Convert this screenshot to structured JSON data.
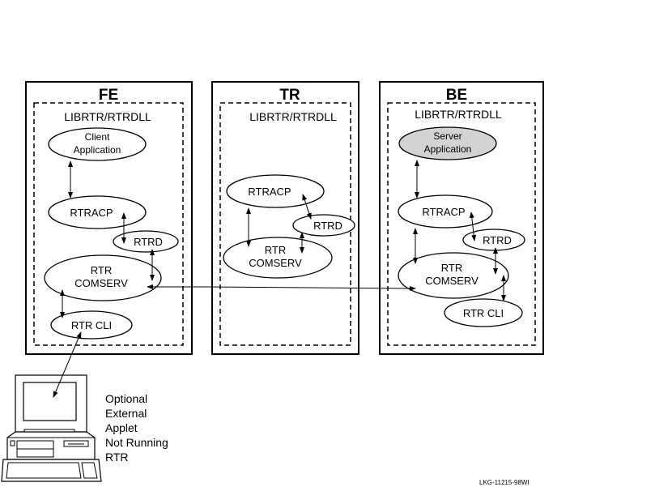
{
  "fe": {
    "title": "FE",
    "lib": "LIBRTR/RTRDLL",
    "client_1": "Client",
    "client_2": "Application",
    "rtracp": "RTRACP",
    "rtrd": "RTRD",
    "comserv_1": "RTR",
    "comserv_2": "COMSERV",
    "cli": "RTR CLI"
  },
  "tr": {
    "title": "TR",
    "lib": "LIBRTR/RTRDLL",
    "rtracp": "RTRACP",
    "rtrd": "RTRD",
    "comserv_1": "RTR",
    "comserv_2": "COMSERV"
  },
  "be": {
    "title": "BE",
    "lib": "LIBRTR/RTRDLL",
    "server_1": "Server",
    "server_2": "Application",
    "rtracp": "RTRACP",
    "rtrd": "RTRD",
    "comserv_1": "RTR",
    "comserv_2": "COMSERV",
    "cli": "RTR CLI"
  },
  "external": {
    "lines": [
      "Optional",
      "External",
      "Applet",
      "Not Running",
      "RTR"
    ]
  },
  "footer": "LKG-11215-98WI",
  "colors": {
    "server_fill": "#d3d3d3"
  }
}
